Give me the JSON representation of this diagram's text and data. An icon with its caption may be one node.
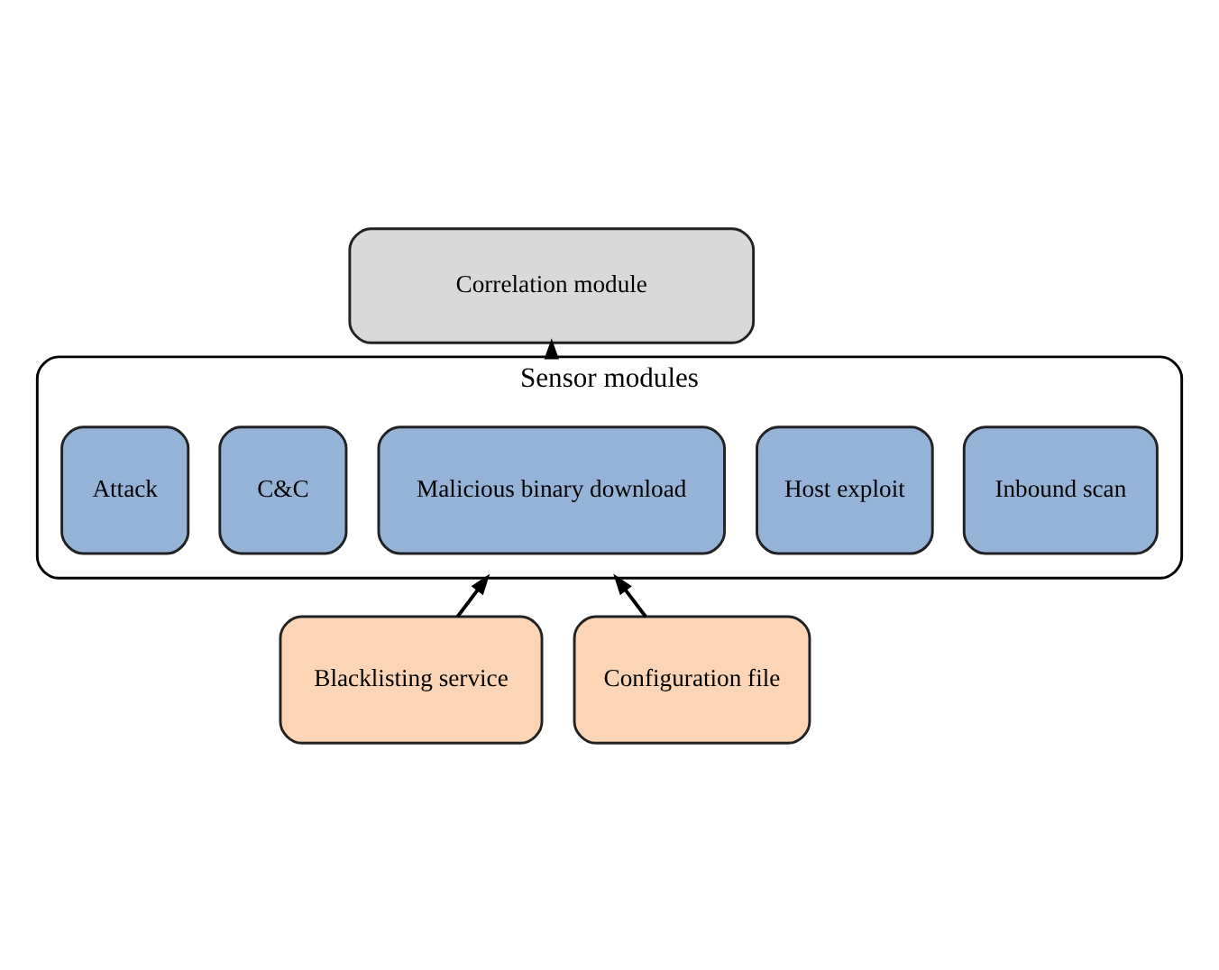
{
  "diagram": {
    "nodes": [
      {
        "text": [
          "Correlation module"
        ]
      },
      {
        "text": [
          "Sensor modules"
        ]
      },
      {
        "text": [
          "Inbound scan"
        ],
        "in": 1
      },
      {
        "text": [
          "Host exploit"
        ],
        "in": 1
      },
      {
        "text": [
          "Malicious binary download"
        ],
        "in": 1
      },
      {
        "text": [
          "C&C"
        ],
        "in": 1
      },
      {
        "text": [
          "Attack"
        ],
        "in": 1
      },
      {
        "text": [
          "Blacklisting service"
        ]
      },
      {
        "text": [
          "Configuration file"
        ]
      }
    ],
    "edges": [
      {
        "from": 1,
        "to": 0,
        "arrow": "to"
      },
      {
        "from": 7,
        "to": 1,
        "arrow": "to"
      },
      {
        "from": 8,
        "to": 1,
        "arrow": "to"
      }
    ]
  }
}
